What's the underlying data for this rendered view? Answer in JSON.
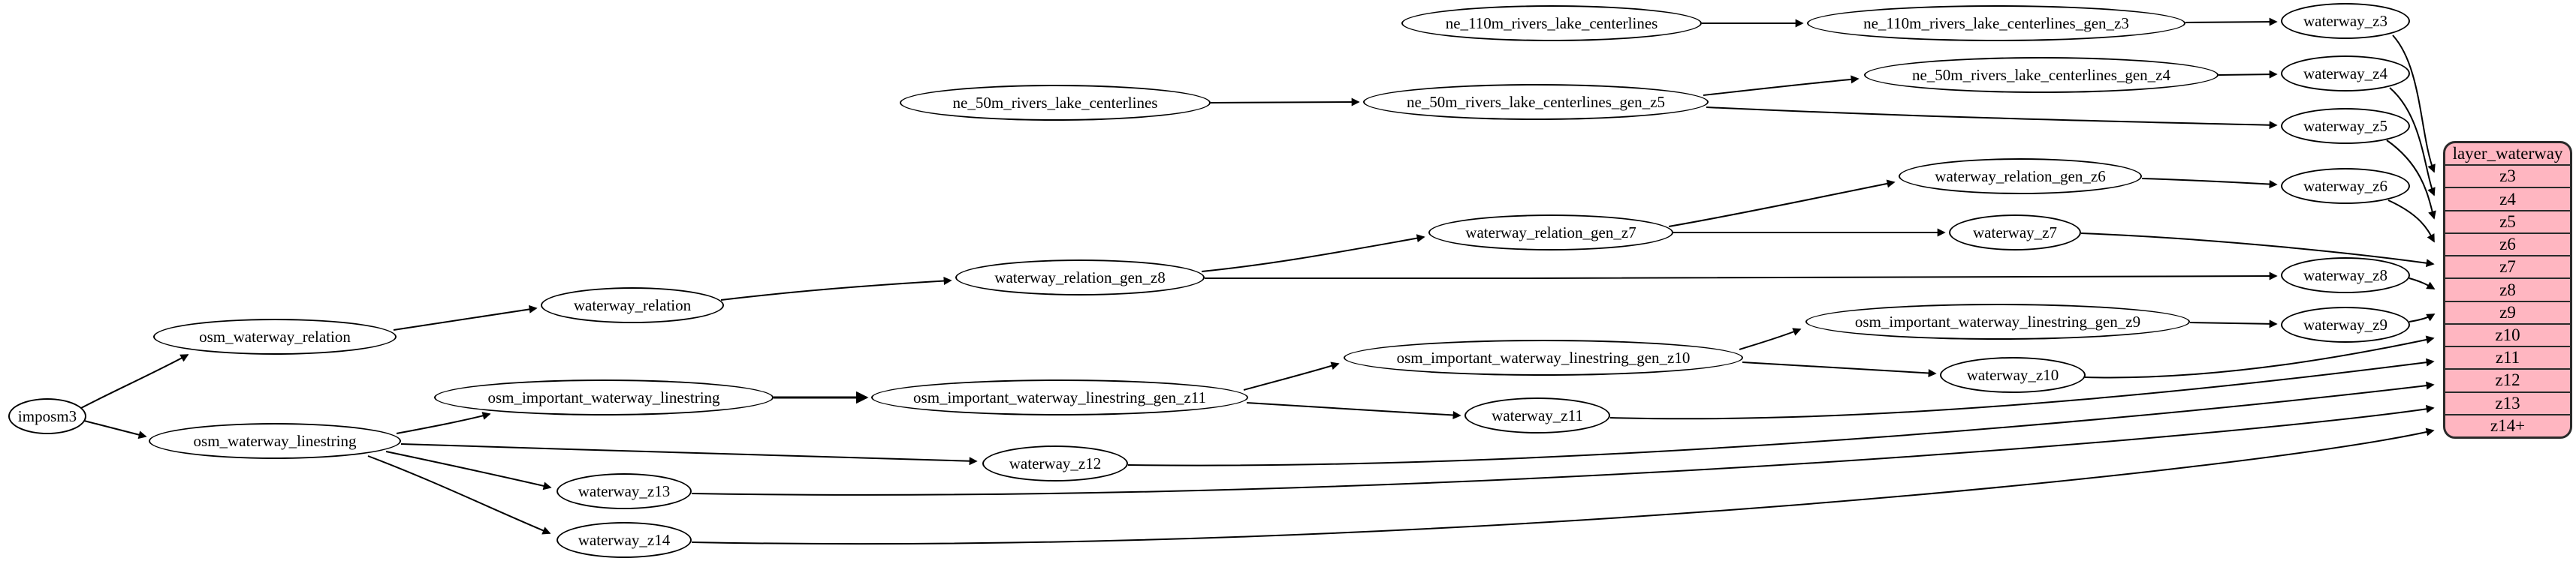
{
  "diagram": {
    "kind": "dependency-graph",
    "colors": {
      "background": "#ffffff",
      "node_fill": "#ffffff",
      "node_border": "#000000",
      "edge": "#000000",
      "table_fill": "#ffb6c1",
      "table_border": "#2a2a2a"
    },
    "nodes": [
      {
        "id": "imposm3",
        "label": "imposm3"
      },
      {
        "id": "osm_waterway_relation",
        "label": "osm_waterway_relation"
      },
      {
        "id": "osm_waterway_linestring",
        "label": "osm_waterway_linestring"
      },
      {
        "id": "waterway_relation",
        "label": "waterway_relation"
      },
      {
        "id": "waterway_relation_gen_z8",
        "label": "waterway_relation_gen_z8"
      },
      {
        "id": "waterway_relation_gen_z7",
        "label": "waterway_relation_gen_z7"
      },
      {
        "id": "waterway_relation_gen_z6",
        "label": "waterway_relation_gen_z6"
      },
      {
        "id": "ne_110m_rivers_lake_centerlines",
        "label": "ne_110m_rivers_lake_centerlines"
      },
      {
        "id": "ne_110m_rivers_lake_centerlines_gen_z3",
        "label": "ne_110m_rivers_lake_centerlines_gen_z3"
      },
      {
        "id": "ne_50m_rivers_lake_centerlines",
        "label": "ne_50m_rivers_lake_centerlines"
      },
      {
        "id": "ne_50m_rivers_lake_centerlines_gen_z5",
        "label": "ne_50m_rivers_lake_centerlines_gen_z5"
      },
      {
        "id": "ne_50m_rivers_lake_centerlines_gen_z4",
        "label": "ne_50m_rivers_lake_centerlines_gen_z4"
      },
      {
        "id": "osm_important_waterway_linestring",
        "label": "osm_important_waterway_linestring"
      },
      {
        "id": "osm_important_waterway_linestring_gen_z11",
        "label": "osm_important_waterway_linestring_gen_z11"
      },
      {
        "id": "osm_important_waterway_linestring_gen_z10",
        "label": "osm_important_waterway_linestring_gen_z10"
      },
      {
        "id": "osm_important_waterway_linestring_gen_z9",
        "label": "osm_important_waterway_linestring_gen_z9"
      },
      {
        "id": "waterway_z3",
        "label": "waterway_z3"
      },
      {
        "id": "waterway_z4",
        "label": "waterway_z4"
      },
      {
        "id": "waterway_z5",
        "label": "waterway_z5"
      },
      {
        "id": "waterway_z6",
        "label": "waterway_z6"
      },
      {
        "id": "waterway_z7",
        "label": "waterway_z7"
      },
      {
        "id": "waterway_z8",
        "label": "waterway_z8"
      },
      {
        "id": "waterway_z9",
        "label": "waterway_z9"
      },
      {
        "id": "waterway_z10",
        "label": "waterway_z10"
      },
      {
        "id": "waterway_z11",
        "label": "waterway_z11"
      },
      {
        "id": "waterway_z12",
        "label": "waterway_z12"
      },
      {
        "id": "waterway_z13",
        "label": "waterway_z13"
      },
      {
        "id": "waterway_z14",
        "label": "waterway_z14"
      }
    ],
    "table": {
      "title": "layer_waterway",
      "rows": [
        "z3",
        "z4",
        "z5",
        "z6",
        "z7",
        "z8",
        "z9",
        "z10",
        "z11",
        "z12",
        "z13",
        "z14+"
      ]
    },
    "edges": [
      [
        "imposm3",
        "osm_waterway_relation"
      ],
      [
        "imposm3",
        "osm_waterway_linestring"
      ],
      [
        "osm_waterway_relation",
        "waterway_relation"
      ],
      [
        "waterway_relation",
        "waterway_relation_gen_z8"
      ],
      [
        "waterway_relation_gen_z8",
        "waterway_relation_gen_z7"
      ],
      [
        "waterway_relation_gen_z8",
        "waterway_z8"
      ],
      [
        "waterway_relation_gen_z7",
        "waterway_relation_gen_z6"
      ],
      [
        "waterway_relation_gen_z7",
        "waterway_z7"
      ],
      [
        "waterway_relation_gen_z6",
        "waterway_z6"
      ],
      [
        "ne_110m_rivers_lake_centerlines",
        "ne_110m_rivers_lake_centerlines_gen_z3"
      ],
      [
        "ne_110m_rivers_lake_centerlines_gen_z3",
        "waterway_z3"
      ],
      [
        "ne_50m_rivers_lake_centerlines",
        "ne_50m_rivers_lake_centerlines_gen_z5"
      ],
      [
        "ne_50m_rivers_lake_centerlines_gen_z5",
        "ne_50m_rivers_lake_centerlines_gen_z4"
      ],
      [
        "ne_50m_rivers_lake_centerlines_gen_z5",
        "waterway_z5"
      ],
      [
        "ne_50m_rivers_lake_centerlines_gen_z4",
        "waterway_z4"
      ],
      [
        "osm_waterway_linestring",
        "osm_important_waterway_linestring"
      ],
      [
        "osm_waterway_linestring",
        "waterway_z12"
      ],
      [
        "osm_waterway_linestring",
        "waterway_z13"
      ],
      [
        "osm_waterway_linestring",
        "waterway_z14"
      ],
      [
        "osm_important_waterway_linestring",
        "osm_important_waterway_linestring_gen_z11"
      ],
      [
        "osm_important_waterway_linestring_gen_z11",
        "osm_important_waterway_linestring_gen_z10"
      ],
      [
        "osm_important_waterway_linestring_gen_z11",
        "waterway_z11"
      ],
      [
        "osm_important_waterway_linestring_gen_z10",
        "osm_important_waterway_linestring_gen_z9"
      ],
      [
        "osm_important_waterway_linestring_gen_z10",
        "waterway_z10"
      ],
      [
        "osm_important_waterway_linestring_gen_z9",
        "waterway_z9"
      ],
      [
        "waterway_z3",
        "layer_waterway.z3"
      ],
      [
        "waterway_z4",
        "layer_waterway.z4"
      ],
      [
        "waterway_z5",
        "layer_waterway.z5"
      ],
      [
        "waterway_z6",
        "layer_waterway.z6"
      ],
      [
        "waterway_z7",
        "layer_waterway.z7"
      ],
      [
        "waterway_z8",
        "layer_waterway.z8"
      ],
      [
        "waterway_z9",
        "layer_waterway.z9"
      ],
      [
        "waterway_z10",
        "layer_waterway.z10"
      ],
      [
        "waterway_z11",
        "layer_waterway.z11"
      ],
      [
        "waterway_z12",
        "layer_waterway.z12"
      ],
      [
        "waterway_z13",
        "layer_waterway.z13"
      ],
      [
        "waterway_z14",
        "layer_waterway.z14+"
      ]
    ]
  }
}
